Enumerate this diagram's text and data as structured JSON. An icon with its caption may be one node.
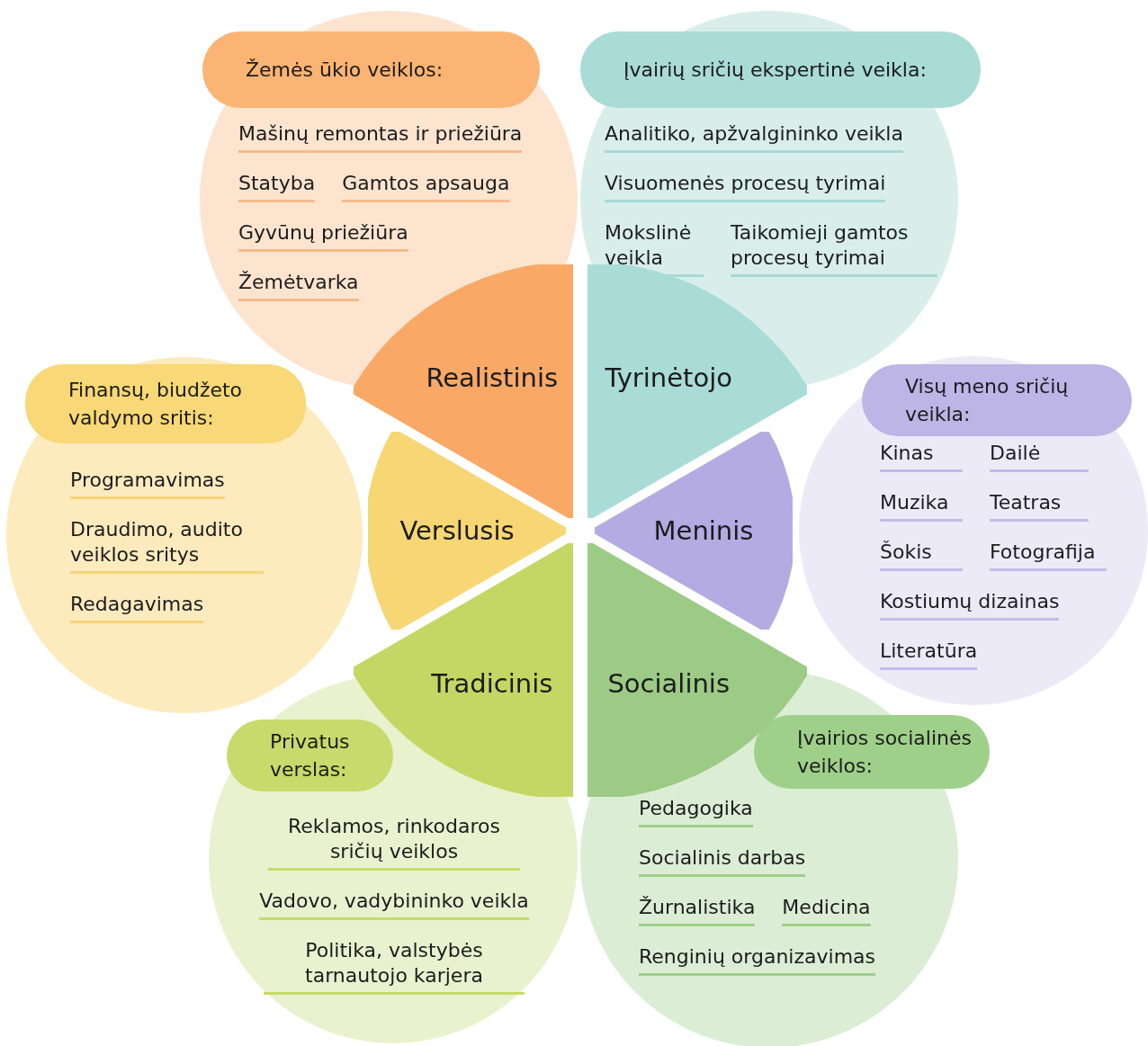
{
  "diagram": {
    "nodes": [
      {
        "text": [
          "Mašinų remontas ir priežiūra",
          "Statyba",
          "Gamtos apsauga",
          "Gyvūnų priežiūra",
          "Žemėtvarka"
        ]
      },
      {
        "text": [
          "Žemės ūkio veiklos:"
        ],
        "in": 0
      },
      {
        "text": [
          "Realistinis"
        ]
      },
      {
        "text": [
          "Analitiko, apžvalgininko veikla",
          "Visuomenės procesų tyrimai",
          "Mokslinė veikla",
          "Taikomieji gamtos procesų tyrimai"
        ]
      },
      {
        "text": [
          "Įvairių sričių ekspertinė veikla:"
        ],
        "in": 3
      },
      {
        "text": [
          "Tyrinėtojo"
        ]
      },
      {
        "text": [
          "Programavimas",
          "Draudimo, audito veiklos sritys",
          "Redagavimas"
        ]
      },
      {
        "text": [
          "Finansų, biudžeto valdymo sritis:"
        ],
        "in": 6
      },
      {
        "text": [
          "Verslusis"
        ]
      },
      {
        "text": [
          "Kinas",
          "Dailė",
          "Muzika",
          "Teatras",
          "Šokis",
          "Fotografija",
          "Kostiumų dizainas",
          "Literatūra"
        ]
      },
      {
        "text": [
          "Visų meno sričių veikla:"
        ],
        "in": 9
      },
      {
        "text": [
          "Meninis"
        ]
      },
      {
        "text": [
          "Reklamos, rinkodaros sričių veiklos",
          "Vadovo, vadybininko veikla",
          "Politika, valstybės tarnautojo karjera"
        ]
      },
      {
        "text": [
          "Privatus verslas:"
        ],
        "in": 12
      },
      {
        "text": [
          "Tradicinis"
        ]
      },
      {
        "text": [
          "Pedagogika",
          "Socialinis darbas",
          "Žurnalistika",
          "Medicina",
          "Renginių organizavimas"
        ]
      },
      {
        "text": [
          "Įvairios socialinės veiklos:"
        ],
        "in": 15
      },
      {
        "text": [
          "Socialinis"
        ]
      }
    ]
  }
}
